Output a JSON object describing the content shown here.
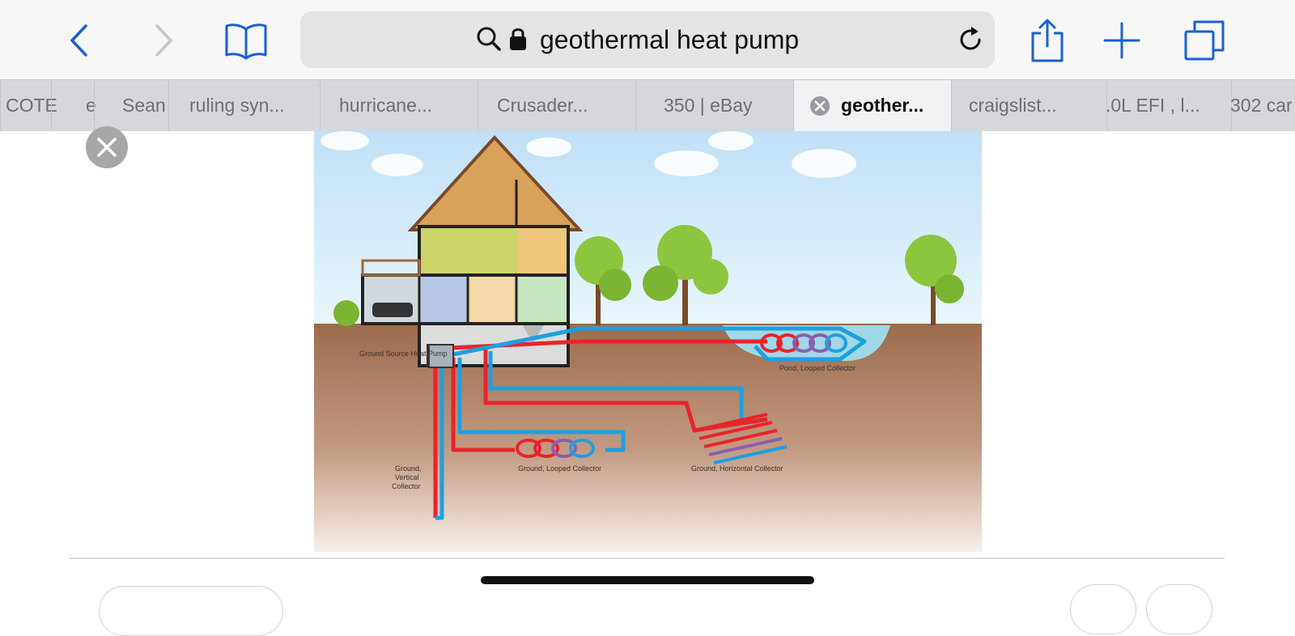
{
  "address_bar": {
    "text": "geothermal heat pump"
  },
  "tabs": [
    {
      "label": "COTE"
    },
    {
      "label": "e"
    },
    {
      "label": "Sean"
    },
    {
      "label": "ruling syn..."
    },
    {
      "label": "hurricane..."
    },
    {
      "label": "Crusader..."
    },
    {
      "label": "350 | eBay"
    },
    {
      "label": "geother...",
      "active": true
    },
    {
      "label": "craigslist..."
    },
    {
      "label": ".0L EFI , l..."
    },
    {
      "label": "302 car"
    }
  ],
  "diagram": {
    "labels": {
      "ground_source": "Ground Source Heat Pump",
      "pond": "Pond, Looped Collector",
      "ground_looped": "Ground, Looped Collector",
      "ground_horizontal": "Ground, Horizontal Collector",
      "ground_vertical_1": "Ground,",
      "ground_vertical_2": "Vertical",
      "ground_vertical_3": "Collector"
    }
  },
  "colors": {
    "accent": "#1a5fd6",
    "hot_pipe": "#e8242b",
    "cold_pipe": "#1f9fe0"
  }
}
